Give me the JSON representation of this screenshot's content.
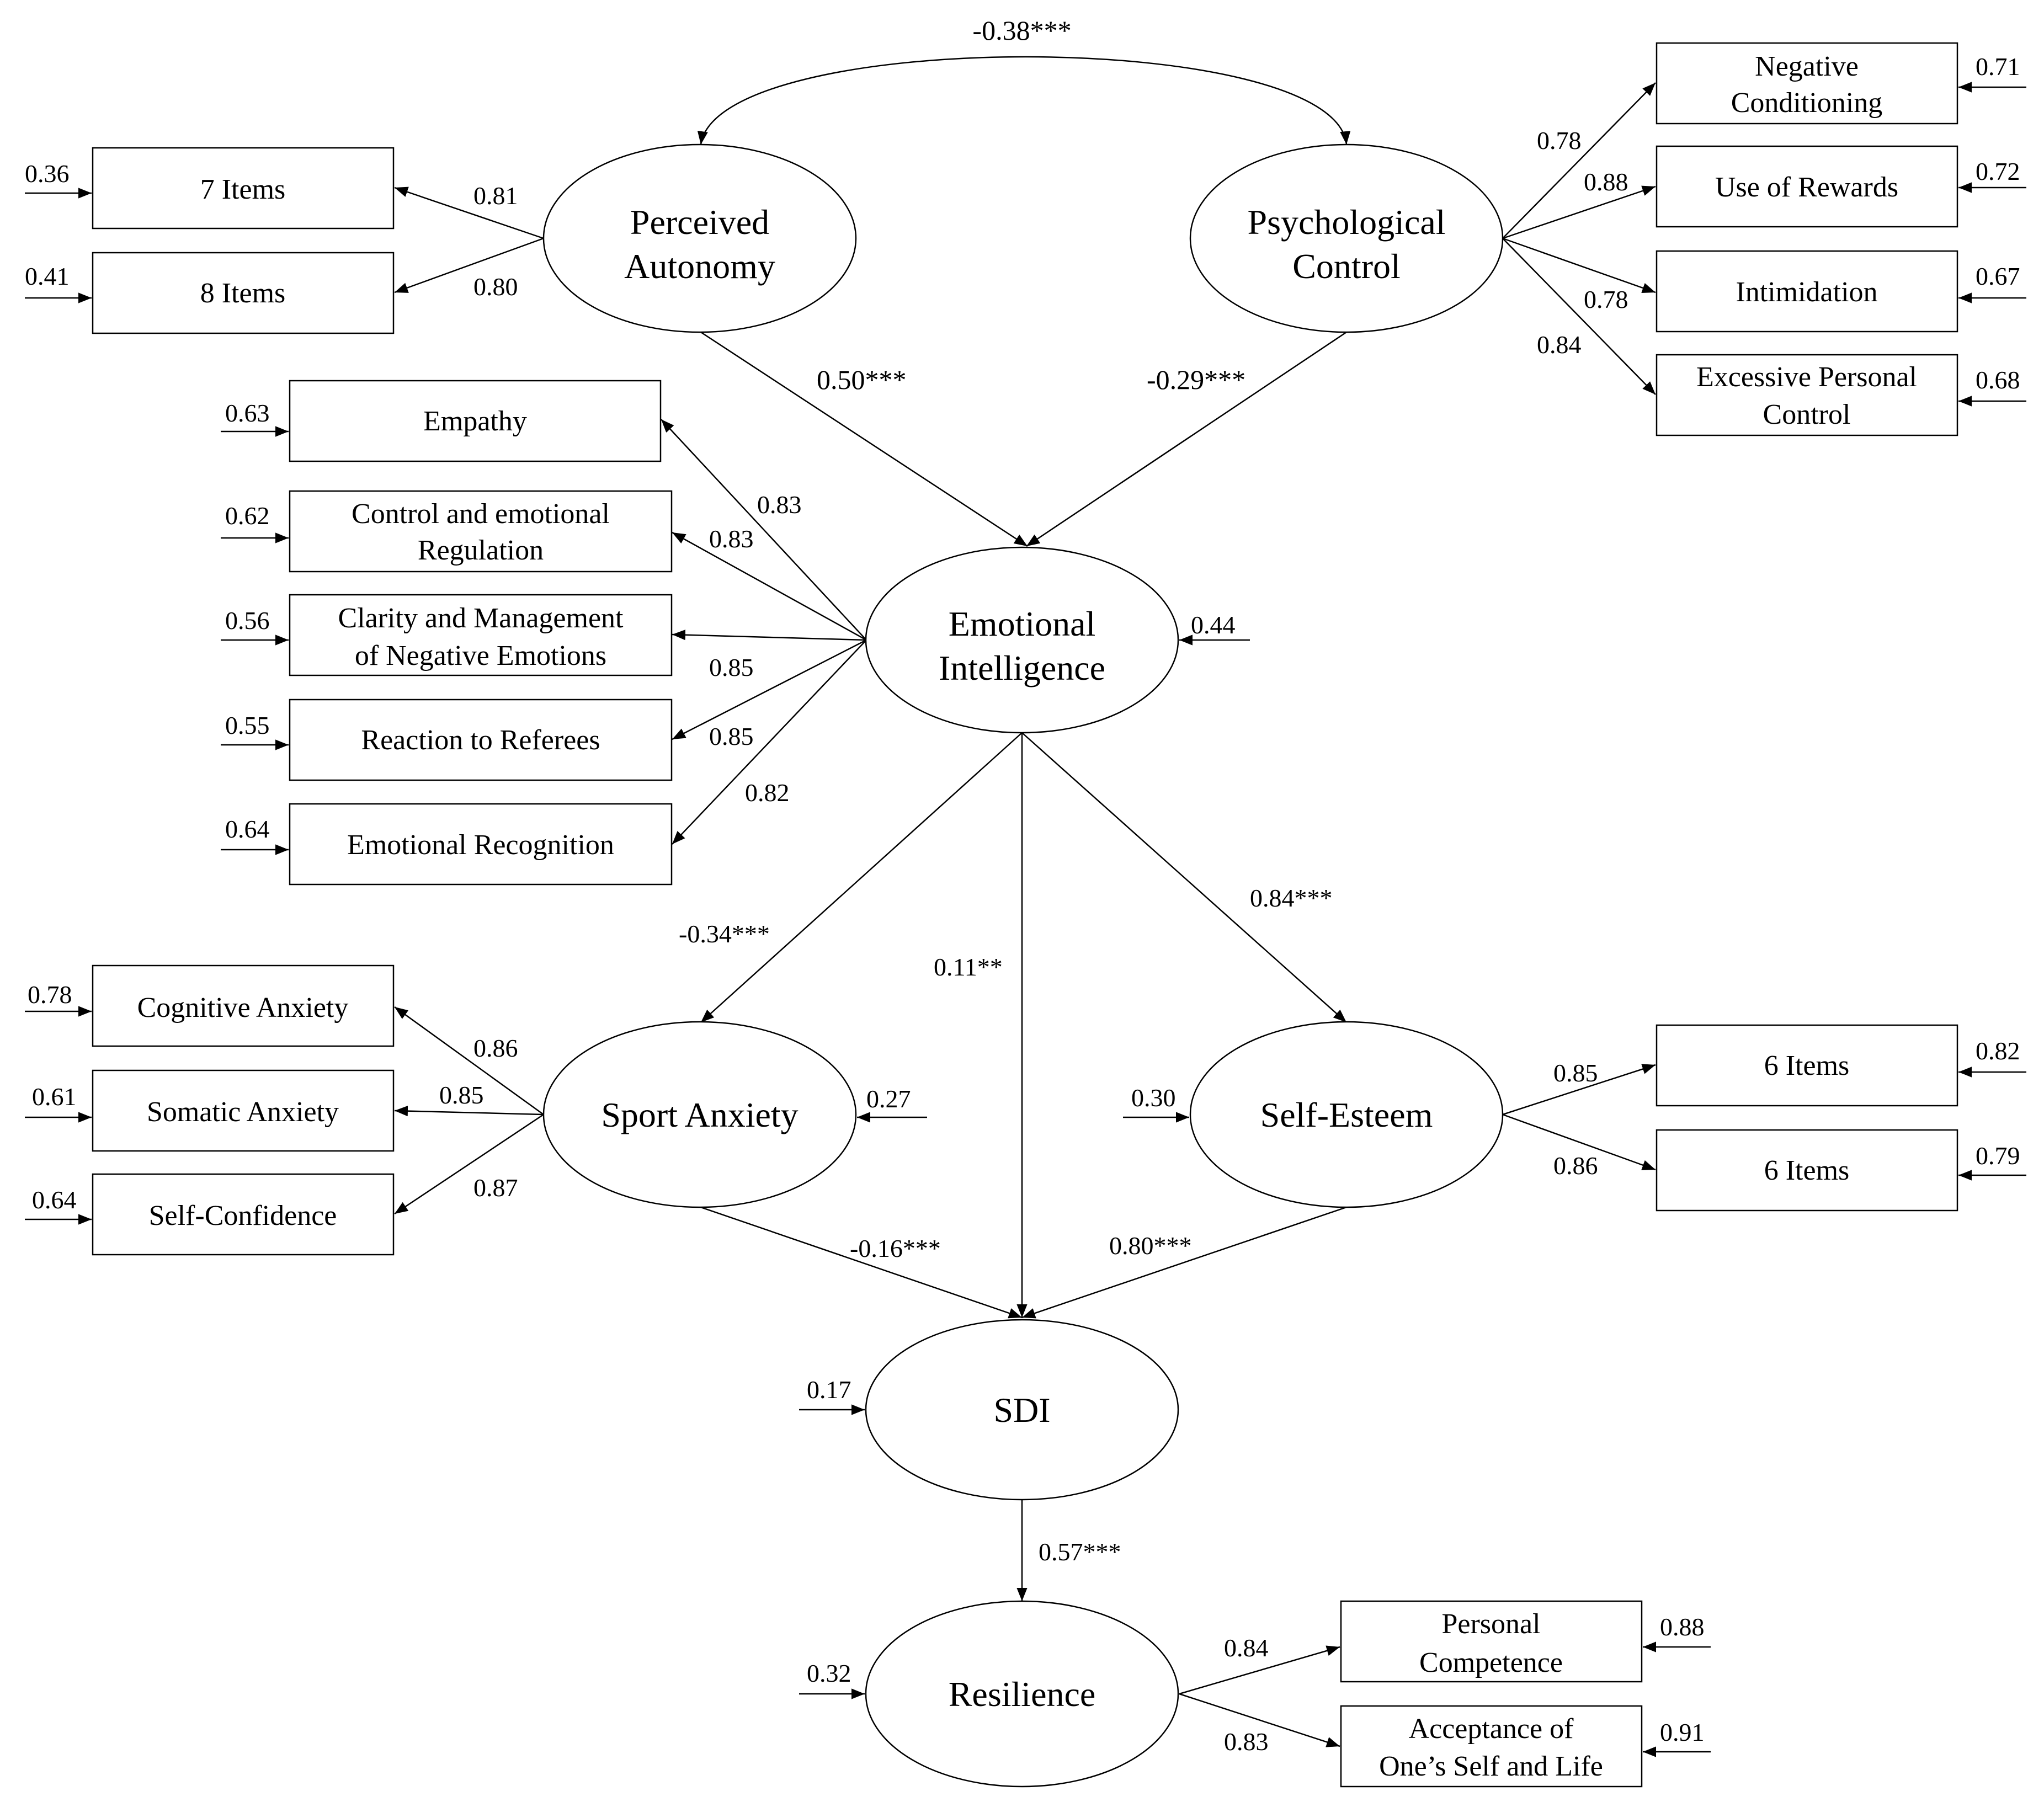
{
  "latents": {
    "perceived_autonomy": [
      "Perceived",
      "Autonomy"
    ],
    "psychological_control": [
      "Psychological",
      "Control"
    ],
    "emotional_intelligence": [
      "Emotional",
      "Intelligence"
    ],
    "sport_anxiety": [
      "Sport Anxiety"
    ],
    "self_esteem": [
      "Self-Esteem"
    ],
    "sdi": [
      "SDI"
    ],
    "resilience": [
      "Resilience"
    ]
  },
  "indicators": {
    "pa_1": [
      "7 Items"
    ],
    "pa_2": [
      "8 Items"
    ],
    "pc_1": [
      "Negative",
      "Conditioning"
    ],
    "pc_2": [
      "Use of Rewards"
    ],
    "pc_3": [
      "Intimidation"
    ],
    "pc_4": [
      "Excessive Personal",
      "Control"
    ],
    "ei_1": [
      "Empathy"
    ],
    "ei_2": [
      "Control and emotional",
      "Regulation"
    ],
    "ei_3": [
      "Clarity and Management",
      "of Negative Emotions"
    ],
    "ei_4": [
      "Reaction to Referees"
    ],
    "ei_5": [
      "Emotional Recognition"
    ],
    "sa_1": [
      "Cognitive Anxiety"
    ],
    "sa_2": [
      "Somatic Anxiety"
    ],
    "sa_3": [
      "Self-Confidence"
    ],
    "se_1": [
      "6 Items"
    ],
    "se_2": [
      "6 Items"
    ],
    "res_1": [
      "Personal",
      "Competence"
    ],
    "res_2": [
      "Acceptance of",
      "One’s Self and Life"
    ]
  },
  "loadings": {
    "pa_1": "0.81",
    "pa_2": "0.80",
    "pc_1": "0.78",
    "pc_2": "0.88",
    "pc_3": "0.78",
    "pc_4": "0.84",
    "ei_1": "0.83",
    "ei_2": "0.83",
    "ei_3": "0.85",
    "ei_4": "0.85",
    "ei_5": "0.82",
    "sa_1": "0.86",
    "sa_2": "0.85",
    "sa_3": "0.87",
    "se_1": "0.85",
    "se_2": "0.86",
    "res_1": "0.84",
    "res_2": "0.83"
  },
  "indicator_errors": {
    "pa_1": "0.36",
    "pa_2": "0.41",
    "pc_1": "0.71",
    "pc_2": "0.72",
    "pc_3": "0.67",
    "pc_4": "0.68",
    "ei_1": "0.63",
    "ei_2": "0.62",
    "ei_3": "0.56",
    "ei_4": "0.55",
    "ei_5": "0.64",
    "sa_1": "0.78",
    "sa_2": "0.61",
    "sa_3": "0.64",
    "se_1": "0.82",
    "se_2": "0.79",
    "res_1": "0.88",
    "res_2": "0.91"
  },
  "latent_errors": {
    "emotional_intelligence": "0.44",
    "sport_anxiety": "0.27",
    "self_esteem": "0.30",
    "sdi": "0.17",
    "resilience": "0.32"
  },
  "structural_paths": {
    "pa_pc_covariance": "-0.38***",
    "pa_to_ei": "0.50***",
    "pc_to_ei": "-0.29***",
    "ei_to_sa": "-0.34***",
    "ei_to_sdi": "0.11**",
    "ei_to_se": "0.84***",
    "sa_to_sdi": "-0.16***",
    "se_to_sdi": "0.80***",
    "sdi_to_res": "0.57***"
  }
}
